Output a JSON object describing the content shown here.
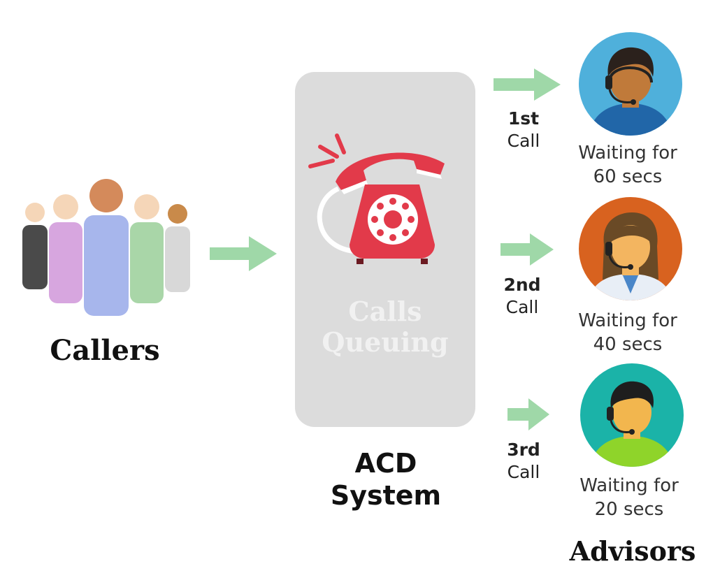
{
  "callers": {
    "label": "Callers"
  },
  "acd": {
    "queue_line1": "Calls",
    "queue_line2": "Queuing",
    "label_line1": "ACD",
    "label_line2": "System"
  },
  "calls": [
    {
      "order": "1st",
      "word": "Call",
      "wait_line1": "Waiting for",
      "wait_line2": "60 secs"
    },
    {
      "order": "2nd",
      "word": "Call",
      "wait_line1": "Waiting for",
      "wait_line2": "40 secs"
    },
    {
      "order": "3rd",
      "word": "Call",
      "wait_line1": "Waiting for",
      "wait_line2": "20 secs"
    }
  ],
  "advisors": {
    "label": "Advisors"
  },
  "colors": {
    "arrow": "#9fd8a8",
    "phone": "#e23a4a",
    "advisor1_bg": "#4fb0db",
    "advisor2_bg": "#d8621f",
    "advisor3_bg": "#1bb3a8"
  }
}
